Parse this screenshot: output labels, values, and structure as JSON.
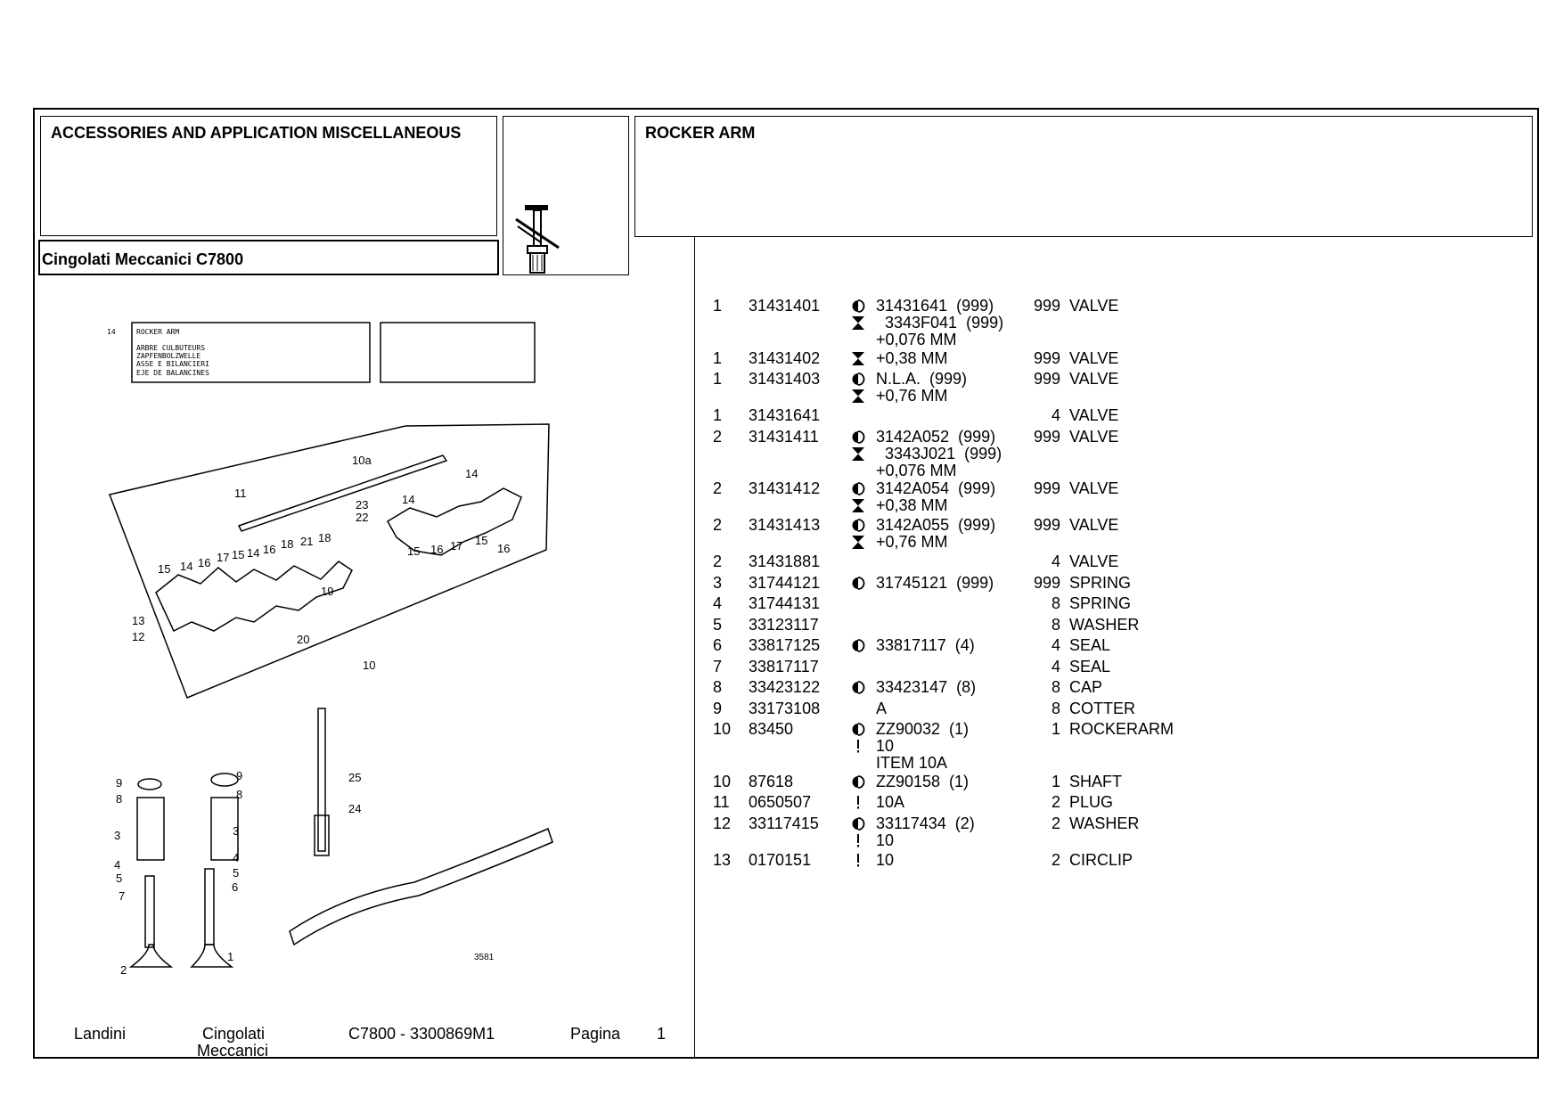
{
  "header": {
    "section_title": "ACCESSORIES AND APPLICATION MISCELLANEOUS",
    "model_title": "Cingolati Meccanici C7800",
    "group_title": "ROCKER ARM"
  },
  "diagram": {
    "caption_number": "14",
    "caption_lines": [
      "ROCKER ARM",
      "ARBRE CULBUTEURS",
      "ZAPFENBOLZWELLE",
      "ASSE E BILANCIERI",
      "EJE DE BALANCINES"
    ],
    "callouts": [
      "10a",
      "11",
      "23",
      "22",
      "14",
      "14",
      "15",
      "14",
      "16",
      "17",
      "15",
      "14",
      "16",
      "18",
      "21",
      "18",
      "19",
      "13",
      "12",
      "20",
      "10",
      "15",
      "16",
      "17",
      "15",
      "16",
      "9",
      "8",
      "3",
      "4",
      "5",
      "7",
      "2",
      "9",
      "8",
      "3",
      "4",
      "5",
      "6",
      "1",
      "25",
      "24"
    ],
    "stamp": "3581"
  },
  "footer": {
    "brand": "Landini",
    "series_line1": "Cingolati",
    "series_line2": "Meccanici",
    "model_code": "C7800 - 3300869M1",
    "page_label": "Pagina",
    "page_number": "1"
  },
  "parts": [
    {
      "pos": "1",
      "part": "31431401",
      "symbols": [
        "replaced",
        "bi"
      ],
      "sub": [
        "31431641  (999)",
        "  3343F041  (999)",
        "+0,076 MM"
      ],
      "qty": "999",
      "desc": "VALVE"
    },
    {
      "pos": "1",
      "part": "31431402",
      "symbols": [
        "bi"
      ],
      "sub": [
        "+0,38 MM"
      ],
      "qty": "999",
      "desc": "VALVE"
    },
    {
      "pos": "1",
      "part": "31431403",
      "symbols": [
        "replaced",
        "bi"
      ],
      "sub": [
        "N.L.A.  (999)",
        "+0,76 MM"
      ],
      "qty": "999",
      "desc": "VALVE"
    },
    {
      "pos": "1",
      "part": "31431641",
      "symbols": [],
      "sub": [],
      "qty": "4",
      "desc": "VALVE"
    },
    {
      "pos": "2",
      "part": "31431411",
      "symbols": [
        "replaced",
        "bi"
      ],
      "sub": [
        "3142A052  (999)",
        "  3343J021  (999)",
        "+0,076 MM"
      ],
      "qty": "999",
      "desc": "VALVE"
    },
    {
      "pos": "2",
      "part": "31431412",
      "symbols": [
        "replaced",
        "bi"
      ],
      "sub": [
        "3142A054  (999)",
        "+0,38 MM"
      ],
      "qty": "999",
      "desc": "VALVE"
    },
    {
      "pos": "2",
      "part": "31431413",
      "symbols": [
        "replaced",
        "bi"
      ],
      "sub": [
        "3142A055  (999)",
        "+0,76 MM"
      ],
      "qty": "999",
      "desc": "VALVE"
    },
    {
      "pos": "2",
      "part": "31431881",
      "symbols": [],
      "sub": [],
      "qty": "4",
      "desc": "VALVE"
    },
    {
      "pos": "3",
      "part": "31744121",
      "symbols": [
        "replaced"
      ],
      "sub": [
        "31745121  (999)"
      ],
      "qty": "999",
      "desc": "SPRING"
    },
    {
      "pos": "4",
      "part": "31744131",
      "symbols": [],
      "sub": [],
      "qty": "8",
      "desc": "SPRING"
    },
    {
      "pos": "5",
      "part": "33123117",
      "symbols": [],
      "sub": [],
      "qty": "8",
      "desc": "WASHER"
    },
    {
      "pos": "6",
      "part": "33817125",
      "symbols": [
        "replaced"
      ],
      "sub": [
        "33817117  (4)"
      ],
      "qty": "4",
      "desc": "SEAL"
    },
    {
      "pos": "7",
      "part": "33817117",
      "symbols": [],
      "sub": [],
      "qty": "4",
      "desc": "SEAL"
    },
    {
      "pos": "8",
      "part": "33423122",
      "symbols": [
        "replaced"
      ],
      "sub": [
        "33423147  (8)"
      ],
      "qty": "8",
      "desc": "CAP"
    },
    {
      "pos": "9",
      "part": "33173108",
      "symbols": [],
      "sub": [
        "A"
      ],
      "qty": "8",
      "desc": "COTTER"
    },
    {
      "pos": "10",
      "part": "83450",
      "symbols": [
        "replaced",
        "excl"
      ],
      "sub": [
        "ZZ90032  (1)",
        "10",
        "ITEM 10A"
      ],
      "qty": "1",
      "desc": "ROCKERARM"
    },
    {
      "pos": "10",
      "part": "87618",
      "symbols": [
        "replaced"
      ],
      "sub": [
        "ZZ90158  (1)"
      ],
      "qty": "1",
      "desc": "SHAFT"
    },
    {
      "pos": "11",
      "part": "0650507",
      "symbols": [
        "excl"
      ],
      "sub": [
        "10A"
      ],
      "qty": "2",
      "desc": "PLUG"
    },
    {
      "pos": "12",
      "part": "33117415",
      "symbols": [
        "replaced",
        "excl"
      ],
      "sub": [
        "33117434  (2)",
        "10"
      ],
      "qty": "2",
      "desc": "WASHER"
    },
    {
      "pos": "13",
      "part": "0170151",
      "symbols": [
        "excl"
      ],
      "sub": [
        "10"
      ],
      "qty": "2",
      "desc": "CIRCLIP"
    }
  ]
}
